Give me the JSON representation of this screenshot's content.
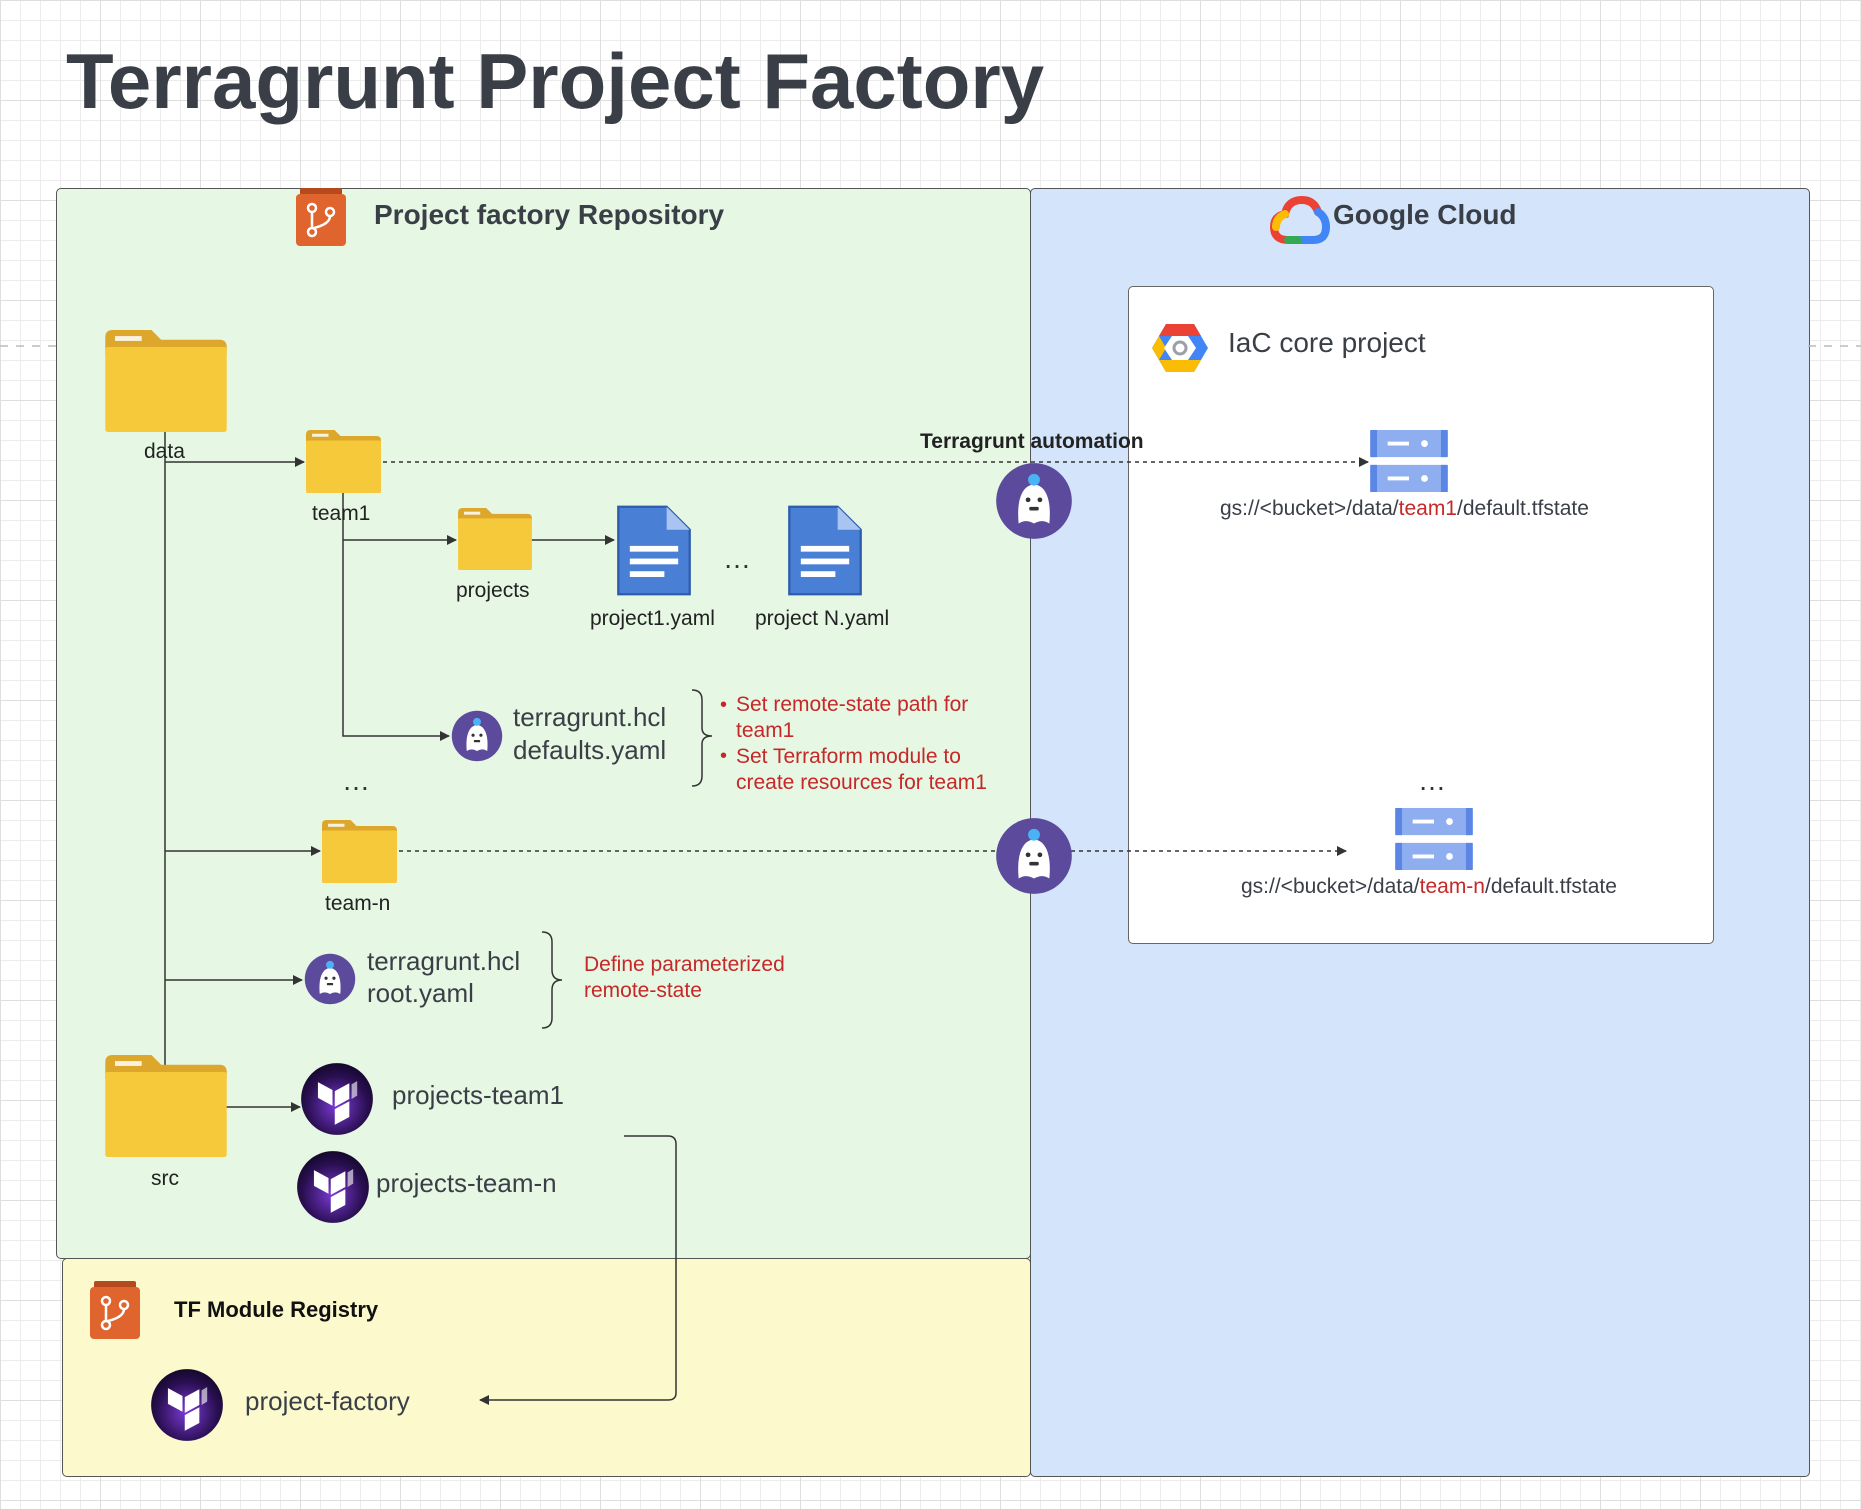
{
  "title": "Terragrunt Project Factory",
  "repo": {
    "title": "Project factory Repository"
  },
  "cloud": {
    "title": "Google Cloud"
  },
  "iac": {
    "title": "IaC core project"
  },
  "registry": {
    "title": "TF Module Registry",
    "module": "project-factory"
  },
  "folders": {
    "data": "data",
    "team1": "team1",
    "projects": "projects",
    "team_n": "team-n",
    "src": "src"
  },
  "files": {
    "project1": "project1.yaml",
    "projectN": "project N.yaml",
    "ellipsis": "…"
  },
  "team1_config": {
    "line1": "terragrunt.hcl",
    "line2": "defaults.yaml",
    "notes": [
      "Set remote-state path for team1",
      "Set Terraform module to create resources for team1"
    ],
    "note1a": "Set remote-state path for",
    "note1b": "team1",
    "note2a": "Set Terraform module to",
    "note2b": "create resources for team1"
  },
  "root_config": {
    "line1": "terragrunt.hcl",
    "line2": "root.yaml",
    "note_a": "Define parameterized",
    "note_b": "remote-state"
  },
  "src_items": {
    "team1": "projects-team1",
    "team_n": "projects-team-n"
  },
  "automation": {
    "label": "Terragrunt automation"
  },
  "state1": {
    "prefix": "gs://<bucket>/data/",
    "team": "team1",
    "suffix": "/default.tfstate"
  },
  "state2": {
    "prefix": "gs://<bucket>/data/",
    "team": "team-n",
    "suffix": "/default.tfstate"
  },
  "colors": {
    "repo_bg": "#e6f7e4",
    "cloud_bg": "#d3e4fb",
    "registry_bg": "#fcfacd",
    "folder": "#f6c93a",
    "accent_red": "#c62828",
    "terragrunt": "#5c4b9d"
  },
  "icons": {
    "repo": "git-repo-icon",
    "cloud": "google-cloud-icon",
    "project": "gcp-project-icon",
    "folder": "folder-icon",
    "doc": "document-icon",
    "terragrunt": "terragrunt-icon",
    "terraform": "terraform-icon",
    "bucket": "storage-bucket-icon"
  }
}
